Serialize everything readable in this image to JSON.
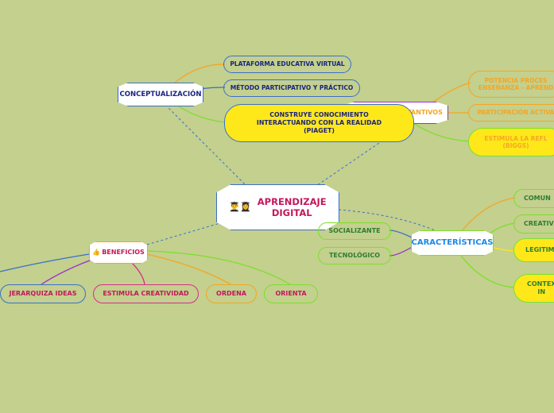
{
  "central": {
    "icon": "👨‍🎓👩‍🎓",
    "icon_name": "graduate-students-icon",
    "label_line1": "APRENDIZAJE",
    "label_line2": "DIGITAL"
  },
  "conceptualizacion": {
    "label": "CONCEPTUALIZACIÓN",
    "items": [
      "PLATAFORMA EDUCATIVA VIRTUAL",
      "MÉTODO PARTICIPATIVO Y PRÁCTICO"
    ]
  },
  "construye": {
    "line1": "CONSTRUYE CONOCIMIENTO",
    "line2": "INTERACTUANDO CON LA REALIDAD",
    "line3": "(PIAGET)"
  },
  "elementos": {
    "label": "ELEMENTOS SUSTANTIVOS",
    "items": [
      {
        "line1": "POTENCIA PROCES",
        "line2": "ENSEÑANZA - APREND"
      },
      {
        "line1": "PARTICIPACIÓN ACTIVA",
        "line2": ""
      },
      {
        "line1": "ESTIMULA LA REFL",
        "line2": "(BIGGS)"
      }
    ]
  },
  "caracteristicas": {
    "label": "CARACTERÍSTICAS",
    "items": [
      "SOCIALIZANTE",
      "TECNOLÓGICO",
      "COMUN",
      "CREATIV",
      "LEGITIM",
      "CONTEX"
    ],
    "contex_line2": "IN"
  },
  "beneficios": {
    "icon": "👍",
    "icon_name": "thumbs-up-icon",
    "label": "BENEFICIOS",
    "items": [
      "JERARQUIZA IDEAS",
      "ESTIMULA CREATIVIDAD",
      "ORDENA",
      "ORIENTA"
    ]
  },
  "colors": {
    "background": "#c3d08e",
    "blue": "#3b6fc9",
    "green": "#7be02a",
    "orange": "#f5a623",
    "purple": "#9b30c8",
    "magenta": "#d62e8a",
    "yellow": "#ffe81a",
    "title_red": "#c2185b"
  }
}
